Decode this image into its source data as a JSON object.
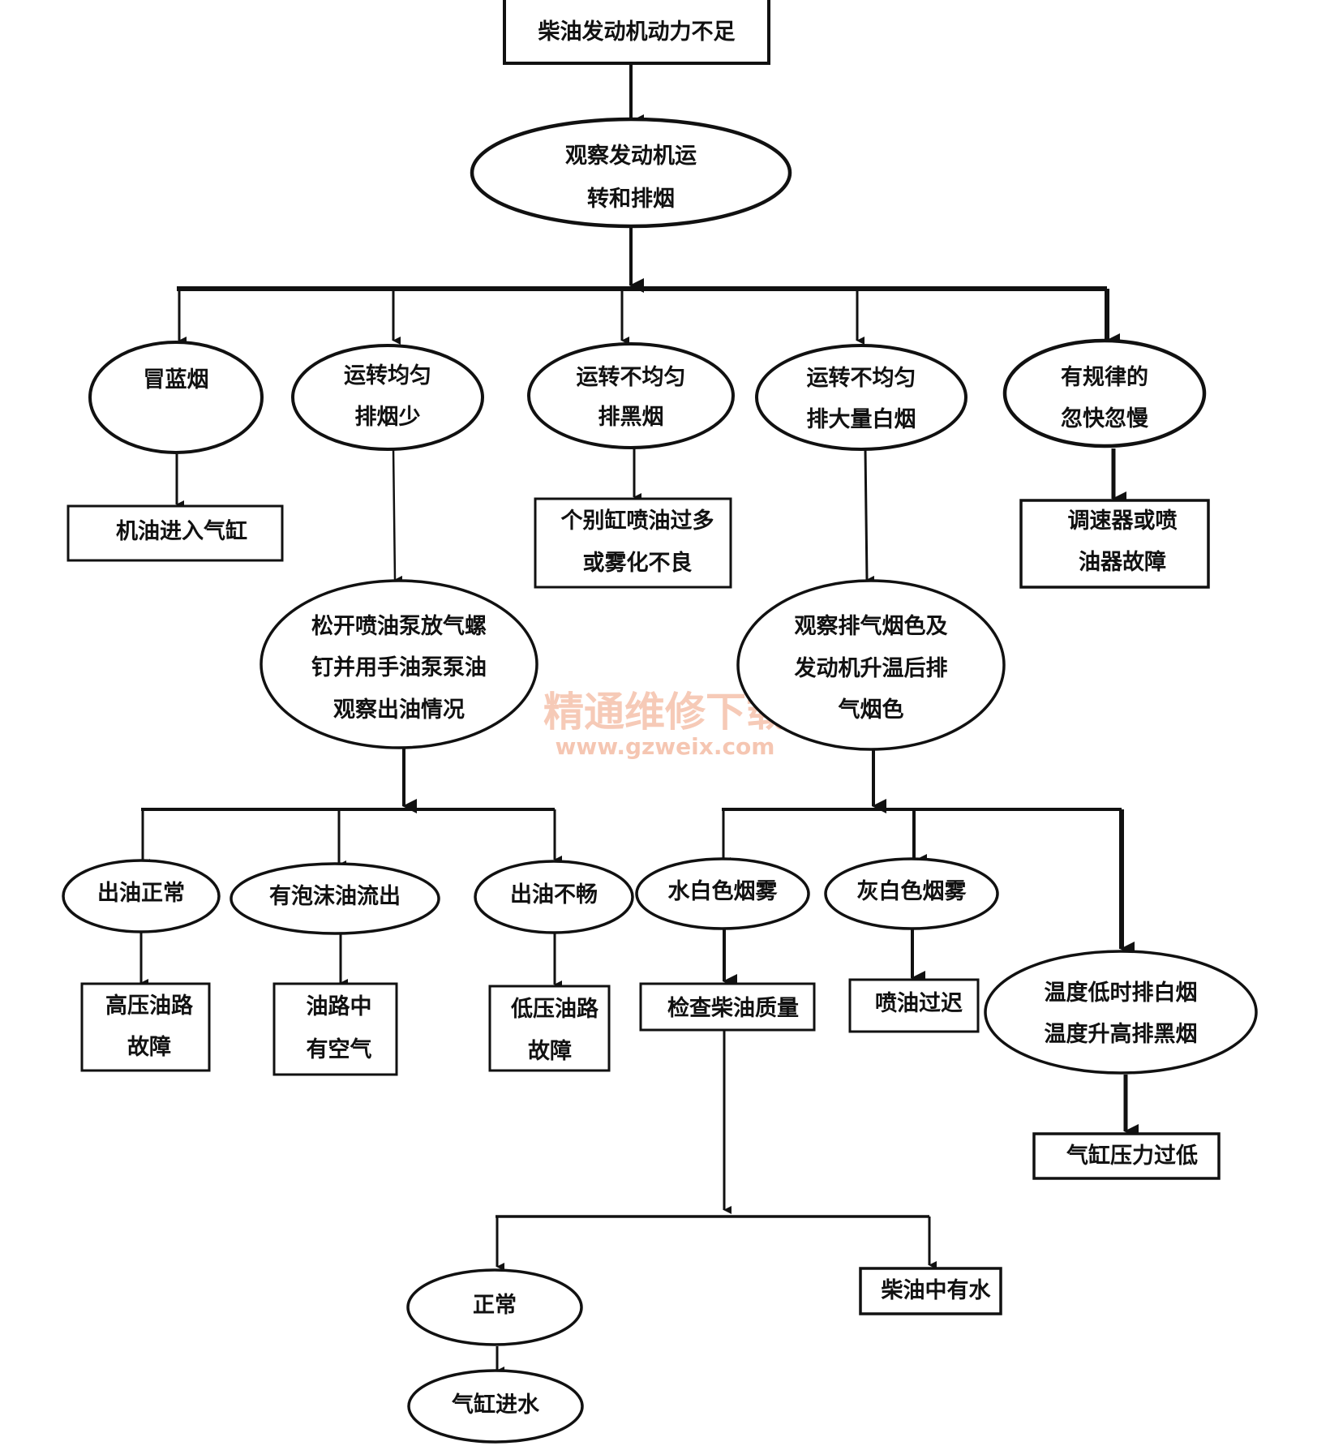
{
  "nodes": {
    "root": "柴油发动机动力不足",
    "observe": [
      "观察发动机运",
      "转和排烟"
    ],
    "blue_smoke": "冒蓝烟",
    "even_little": [
      "运转均匀",
      "排烟少"
    ],
    "uneven_black": [
      "运转不均匀",
      "排黑烟"
    ],
    "uneven_white": [
      "运转不均匀",
      "排大量白烟"
    ],
    "periodic": [
      "有规律的",
      "忽快忽慢"
    ],
    "oil_in_cyl": "机油进入气缸",
    "injector_excess": [
      "个别缸喷油过多",
      "或雾化不良"
    ],
    "governor": [
      "调速器或喷",
      "油器故障"
    ],
    "loosen_screw": [
      "松开喷油泵放气螺",
      "钉并用手油泵泵油",
      "观察出油情况"
    ],
    "observe_exhaust": [
      "观察排气烟色及",
      "发动机升温后排",
      "气烟色"
    ],
    "flow_normal": "出油正常",
    "foam_flow": "有泡沫油流出",
    "flow_poor": "出油不畅",
    "water_white": "水白色烟雾",
    "gray_white": "灰白色烟雾",
    "temp_smoke": [
      "温度低时排白烟",
      "温度升高排黑烟"
    ],
    "hp_fault": [
      "高压油路",
      "故障"
    ],
    "air_in_line": [
      "油路中",
      "有空气"
    ],
    "lp_fault": [
      "低压油路",
      "故障"
    ],
    "check_fuel": "检查柴油质量",
    "inject_late": "喷油过迟",
    "low_compression": "气缸压力过低",
    "normal": "正常",
    "water_in_fuel": "柴油中有水",
    "cyl_water": "气缸进水"
  },
  "watermark": {
    "text": "精通维修下载",
    "url": "www.gzweix.com",
    "color": "#f3b9a0"
  },
  "colors": {
    "ink": "#111111",
    "background": "#ffffff"
  }
}
